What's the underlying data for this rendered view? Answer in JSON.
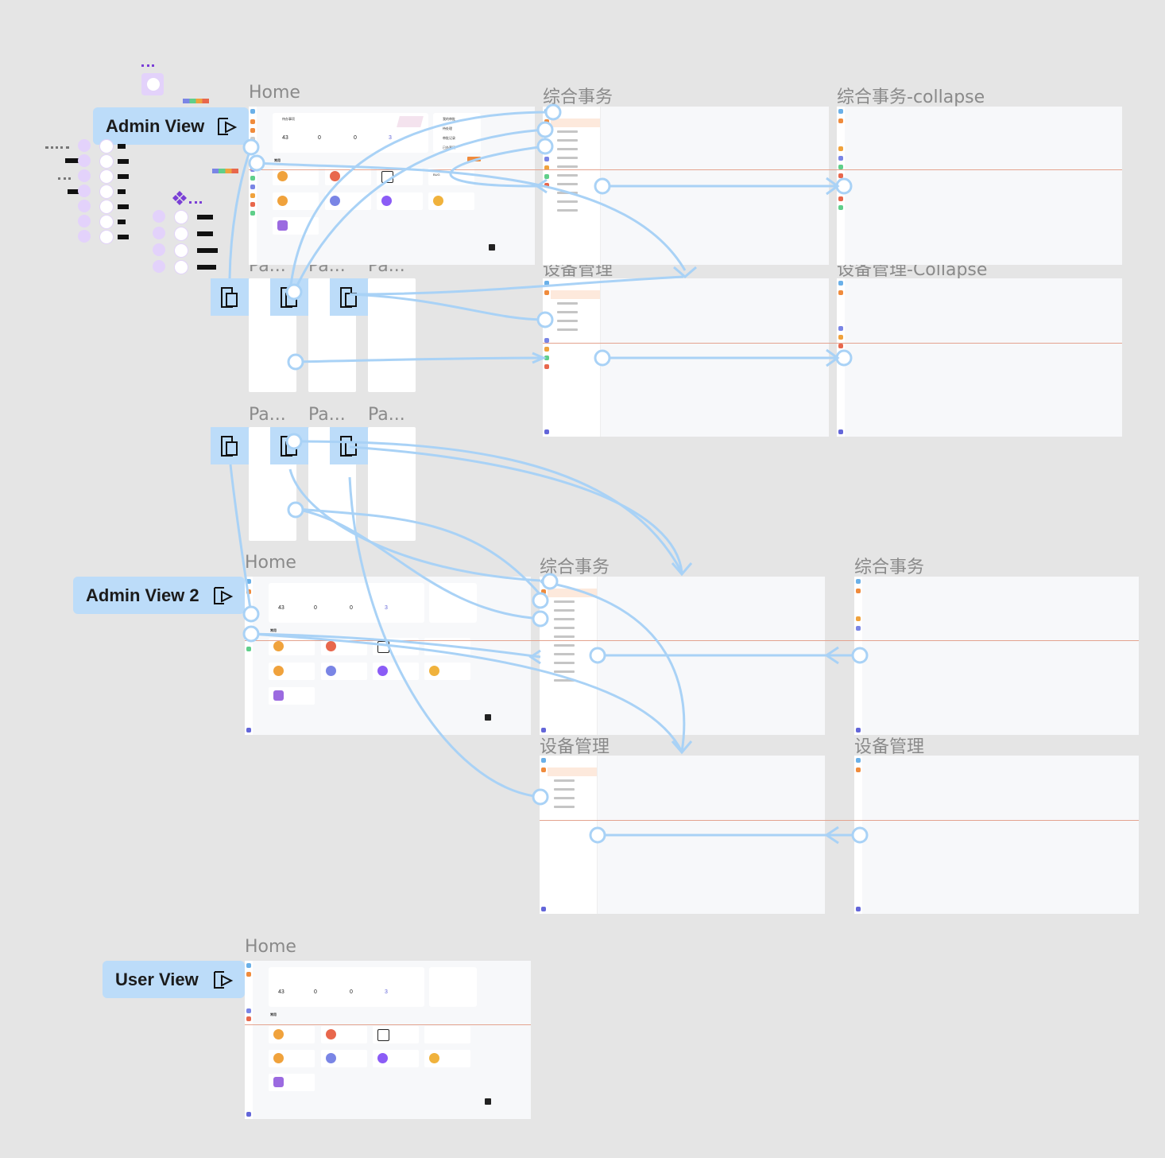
{
  "frames": {
    "home1": "Home",
    "zonghe1": "综合事务",
    "zonghe_collapse": "综合事务-collapse",
    "shebei1": "设备管理",
    "shebei_collapse": "设备管理-Collapse",
    "pa_a1": "Pa...",
    "pa_a2": "Pa...",
    "pa_a3": "Pa...",
    "pa_b1": "Pa...",
    "pa_b2": "Pa...",
    "pa_b3": "Pa...",
    "home2": "Home",
    "zonghe2": "综合事务",
    "zonghe3": "综合事务",
    "shebei2": "设备管理",
    "shebei3": "设备管理",
    "home3": "Home"
  },
  "flows": {
    "admin_view": "Admin View",
    "admin_view_2": "Admin View 2",
    "user_view": "User View"
  },
  "home_screen": {
    "todo_title": "待办事项",
    "stats": [
      "43",
      "0",
      "0",
      "3"
    ],
    "section_label": "常用",
    "quick_links": [
      "我的审批",
      "待处理",
      "审批记录",
      "已办事项"
    ],
    "bug_label": "BUG"
  },
  "icons": [
    "play-icon",
    "copy-frame-icon",
    "more-dots-icon",
    "diamond-icon"
  ],
  "colors": {
    "canvas": "#e5e5e5",
    "flow_blue": "#bcdcf9",
    "connector": "#a9d2f6",
    "accent_orange": "#f08b3c",
    "divider": "#e4a38f",
    "purple": "#7a3fd6"
  }
}
